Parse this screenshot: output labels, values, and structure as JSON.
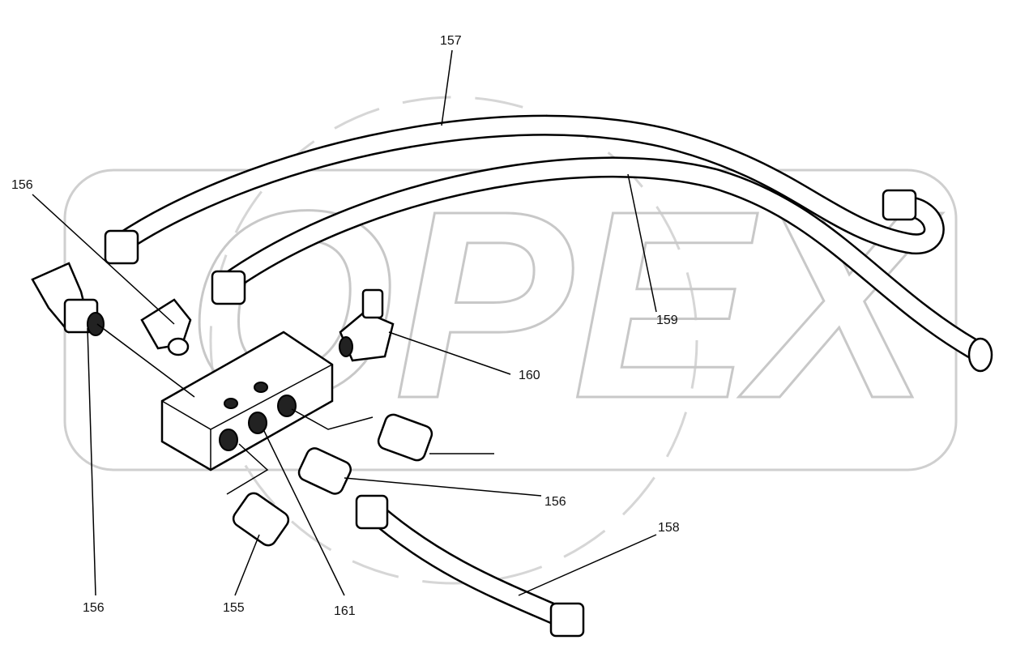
{
  "watermark": "OPEX",
  "callouts": [
    {
      "id": "157"
    },
    {
      "id": "156"
    },
    {
      "id": "159"
    },
    {
      "id": "160"
    },
    {
      "id": "156"
    },
    {
      "id": "158"
    },
    {
      "id": "156"
    },
    {
      "id": "155"
    },
    {
      "id": "161"
    }
  ]
}
